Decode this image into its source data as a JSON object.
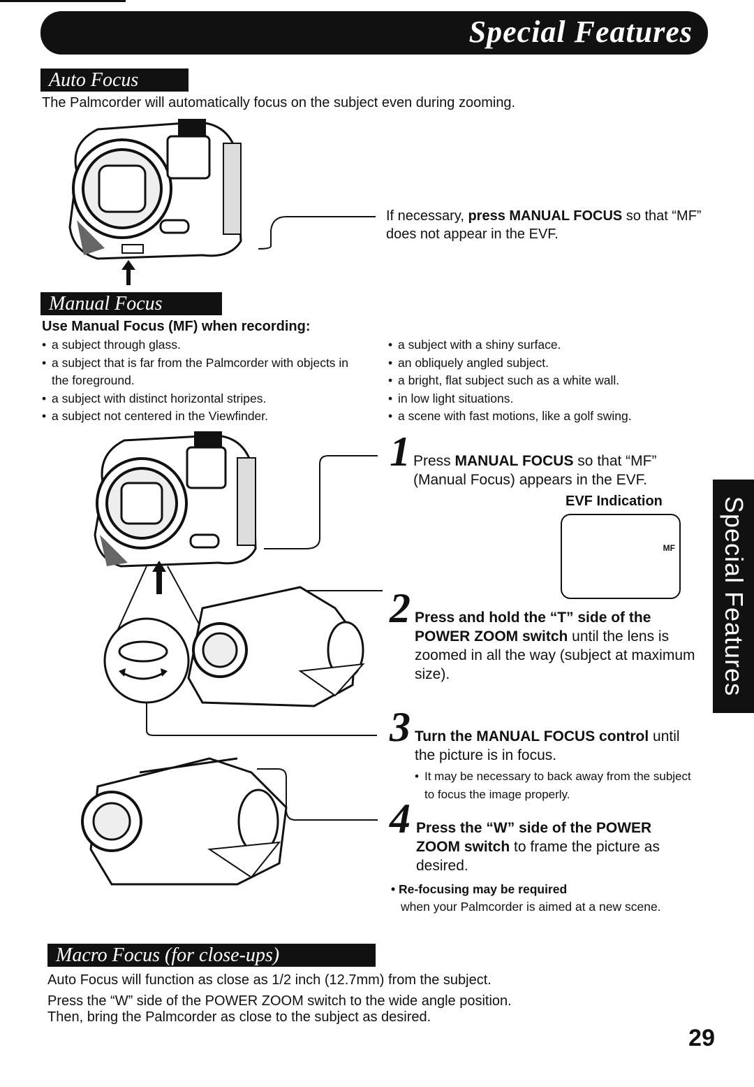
{
  "banner": {
    "title": "Special Features"
  },
  "auto_focus": {
    "heading": "Auto Focus",
    "intro": "The Palmcorder will automatically focus on the subject even during zooming.",
    "note_pre": "If necessary, ",
    "note_bold": "press MANUAL FOCUS",
    "note_post": " so that “MF” does not appear in the EVF."
  },
  "manual_focus": {
    "heading": "Manual Focus",
    "use_when": "Use Manual Focus (MF) when recording:",
    "left_bullets": [
      "a subject through glass.",
      "a subject that is far from the Palmcorder with objects in the foreground.",
      "a subject with distinct horizontal stripes.",
      "a subject not centered in the Viewfinder."
    ],
    "right_bullets": [
      "a subject with a shiny surface.",
      "an obliquely angled subject.",
      "a bright, flat subject such as a white wall.",
      "in low light situations.",
      "a scene with fast motions, like a golf swing."
    ],
    "steps": [
      {
        "number": "1",
        "pre": "Press ",
        "bold": "MANUAL FOCUS",
        "post": " so that “MF” (Manual Focus) appears in the EVF."
      },
      {
        "number": "2",
        "bold": "Press and hold the “T” side of the POWER ZOOM switch",
        "post": " until the lens is zoomed in all the way (subject at maximum size)."
      },
      {
        "number": "3",
        "bold": "Turn the MANUAL FOCUS control",
        "post": " until the picture is in focus."
      },
      {
        "number": "4",
        "bold": "Press the “W” side of the POWER ZOOM switch",
        "post": " to frame the picture as desired."
      }
    ],
    "evf_label": "EVF Indication",
    "evf_mf": "MF",
    "step3_note": "It may be necessary to back away from the subject to focus the image properly.",
    "refocus_bold": "Re-focusing may be required",
    "refocus_text": "when your Palmcorder is aimed at a new scene."
  },
  "macro_focus": {
    "heading": "Macro Focus (for close-ups)",
    "line1": "Auto Focus will function as close as 1/2 inch (12.7mm) from the subject.",
    "line2": "Press the “W” side of the POWER ZOOM switch to the wide angle position.",
    "line3": "Then, bring the Palmcorder as close to the subject as desired."
  },
  "side_tab": "Special Features",
  "page_number": "29"
}
